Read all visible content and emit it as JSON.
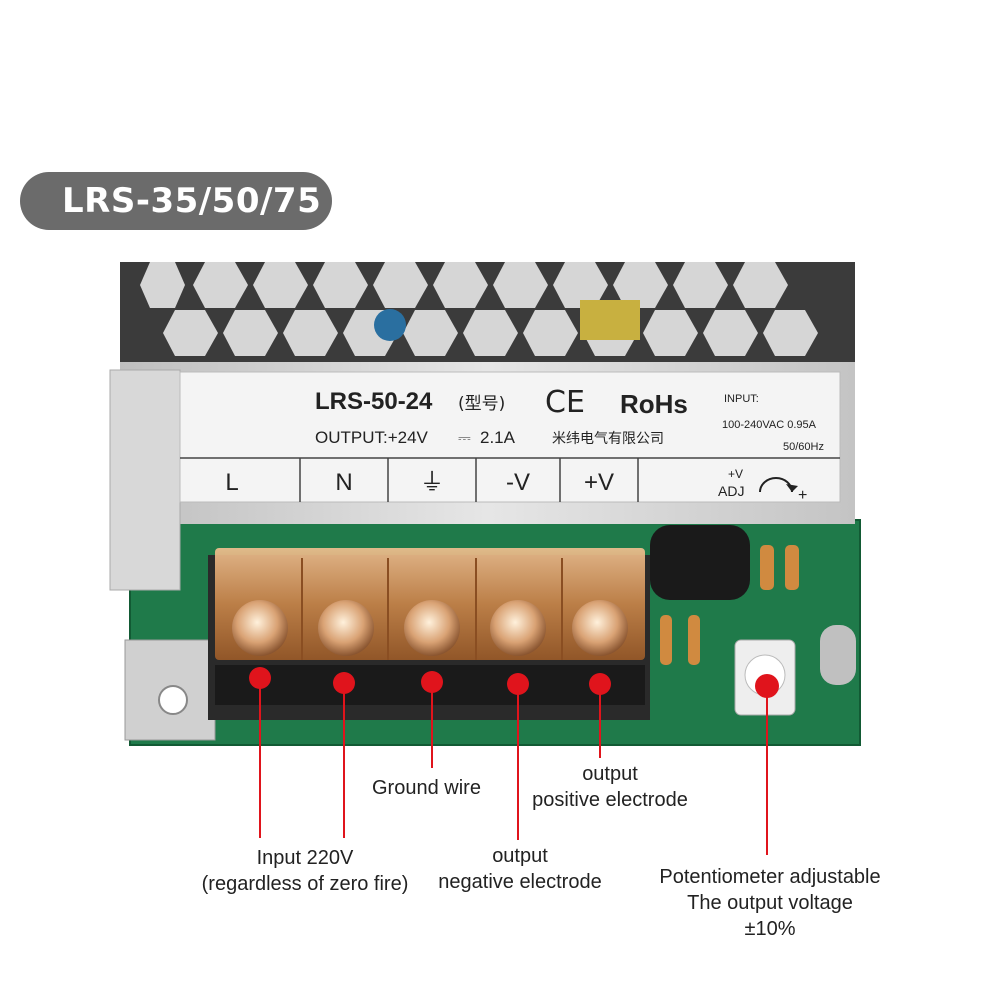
{
  "badge": {
    "model_series": "LRS-35/50/75"
  },
  "product_label": {
    "model": "LRS-50-24",
    "model_cn": "(型号)",
    "ce_mark": "CE",
    "rohs": "RoHs",
    "input_title": "INPUT:",
    "input_spec": "100-240VAC  0.95A",
    "input_freq": "50/60Hz",
    "output_spec": "OUTPUT:+24V",
    "output_current": "2.1A",
    "manufacturer": "米纬电气有限公司",
    "terminals": [
      "L",
      "N",
      "⏚",
      "-V",
      "+V"
    ],
    "adj_top": "+V",
    "adj_bottom": "ADJ",
    "adj_plus": "+"
  },
  "annotations": {
    "input": [
      "Input 220V",
      "(regardless of zero fire)"
    ],
    "ground": [
      "Ground wire"
    ],
    "negative": [
      "output",
      "negative electrode"
    ],
    "positive": [
      "output",
      "positive electrode"
    ],
    "potentiometer": [
      "Potentiometer adjustable",
      "The output voltage",
      "±10%"
    ]
  },
  "colors": {
    "badge_bg": "#6b6b6b",
    "pointer_red": "#e0141c",
    "pcb_green": "#1f7a4a",
    "terminal_cover": "#c98a4a",
    "case_silver": "#d8d8d8"
  }
}
